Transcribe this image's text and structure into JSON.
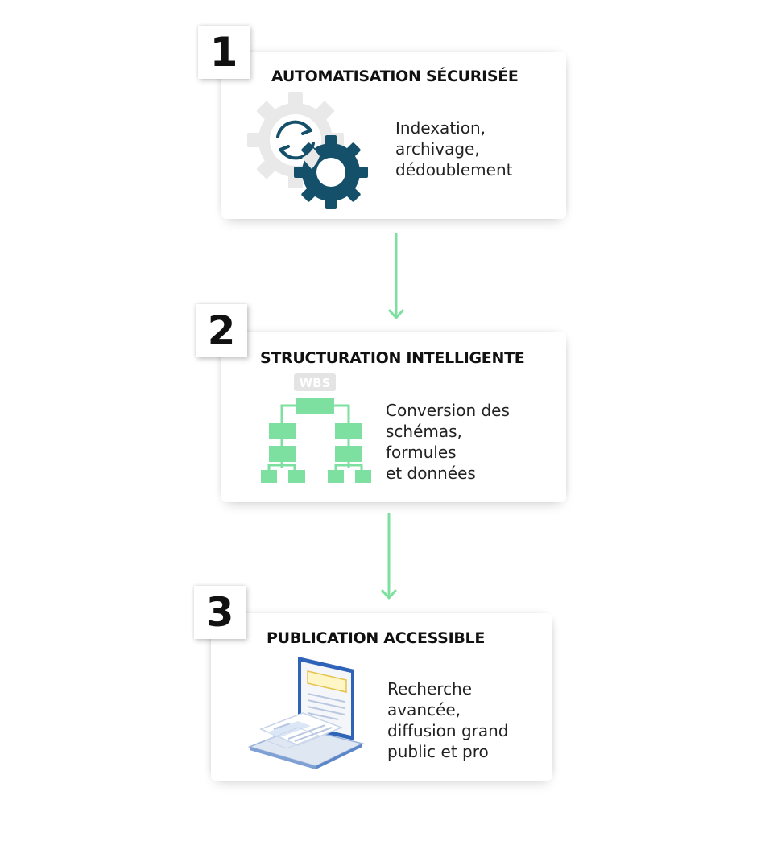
{
  "colors": {
    "accent_green": "#7ee0a0",
    "gear_dark": "#15506b",
    "gear_light": "#e9e9e9",
    "laptop_blue": "#3f7bd6"
  },
  "steps": [
    {
      "number": "1",
      "title": "AUTOMATISATION SÉCURISÉE",
      "icon": "gears-sync-icon",
      "description": [
        "Indexation,",
        "archivage,",
        "dédoublement"
      ]
    },
    {
      "number": "2",
      "title": "STRUCTURATION INTELLIGENTE",
      "icon": "wbs-tree-icon",
      "icon_label": "WBS",
      "description": [
        "Conversion des",
        "schémas,",
        "formules",
        "et données"
      ]
    },
    {
      "number": "3",
      "title": "PUBLICATION ACCESSIBLE",
      "icon": "laptop-document-icon",
      "description": [
        "Recherche",
        "avancée,",
        "diffusion grand",
        "public et pro"
      ]
    }
  ]
}
